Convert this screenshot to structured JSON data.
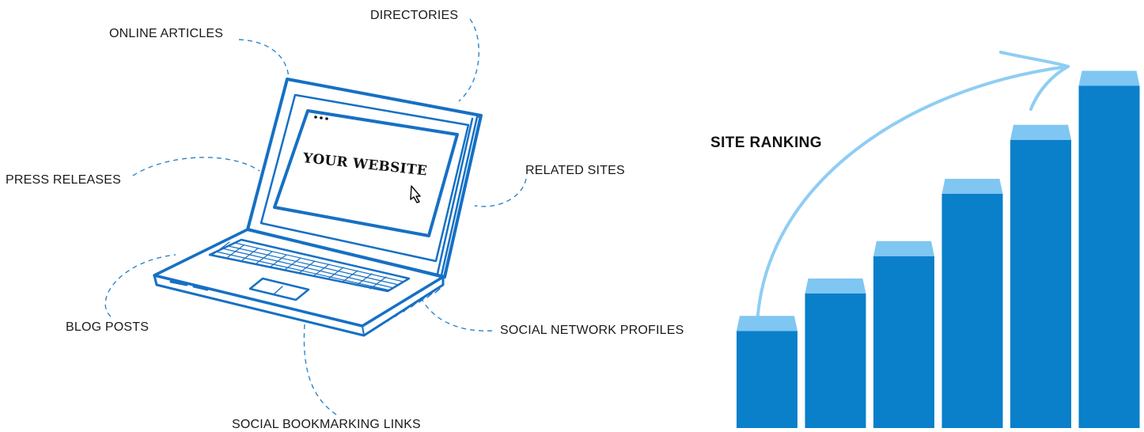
{
  "labels": {
    "online_articles": "ONLINE ARTICLES",
    "directories": "DIRECTORIES",
    "press_releases": "PRESS RELEASES",
    "related_sites": "RELATED SITES",
    "blog_posts": "BLOG POSTS",
    "social_network_profiles": "SOCIAL NETWORK PROFILES",
    "social_bookmarking_links": "SOCIAL BOOKMARKING LINKS"
  },
  "laptop": {
    "screen_text": "YOUR WEBSITE"
  },
  "ranking": {
    "title": "SITE RANKING",
    "bar_levels": [
      0.27,
      0.36,
      0.45,
      0.6,
      0.73,
      0.86
    ]
  },
  "colors": {
    "outline": "#1670c4",
    "bar_front": "#0a7fca",
    "bar_top": "#7fc6f2",
    "arrow": "#8fcdf3",
    "connector": "#2a86cf"
  }
}
